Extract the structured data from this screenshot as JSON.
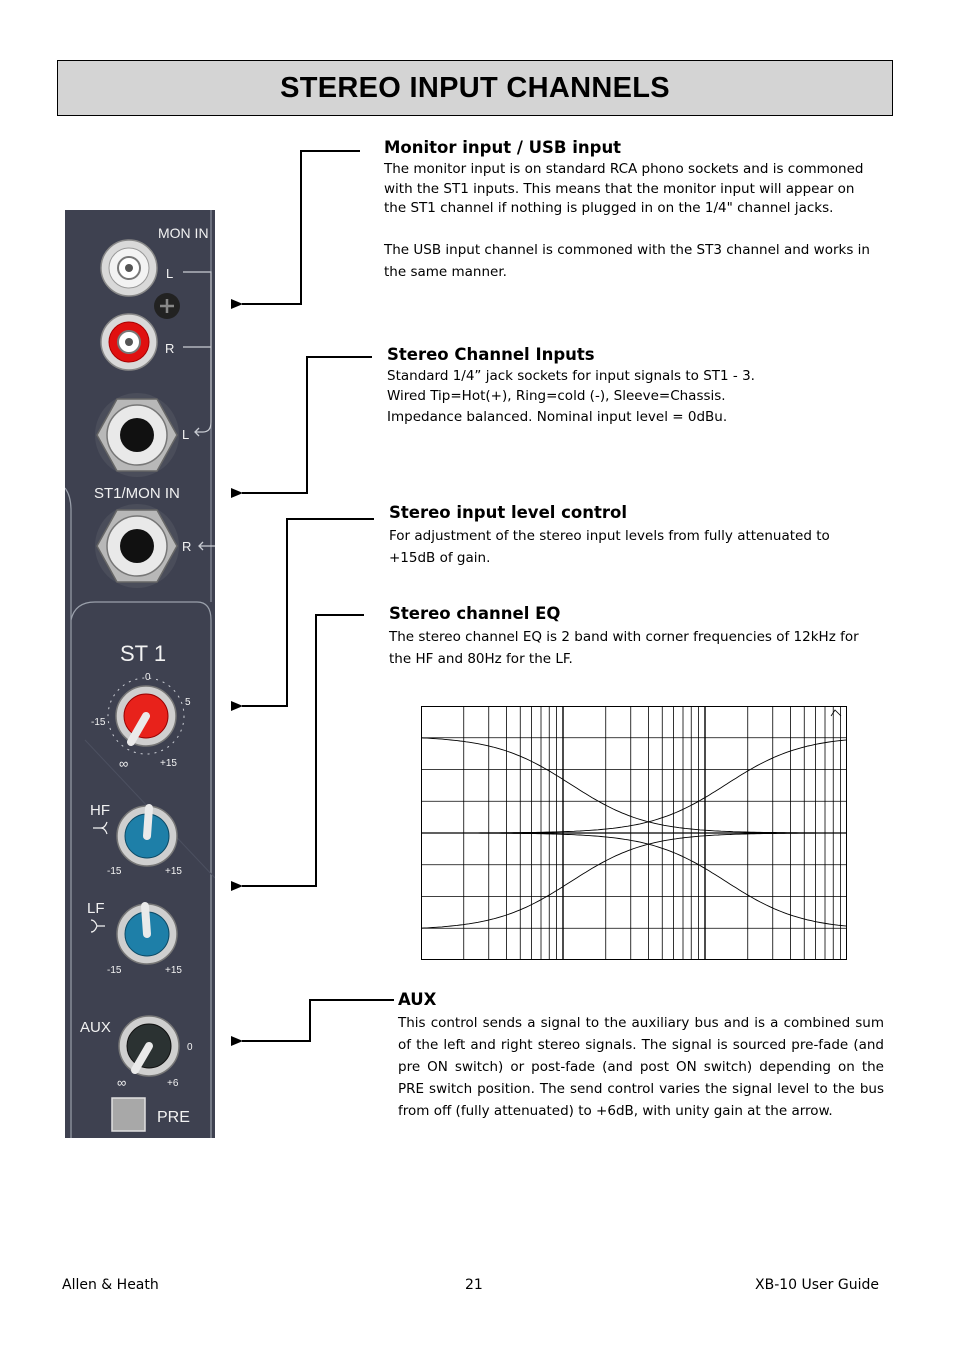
{
  "page": {
    "title": "STEREO INPUT CHANNELS"
  },
  "sections": {
    "monitor": {
      "heading": "Monitor input / USB input",
      "para1": "The monitor input is on standard RCA phono sockets and is commoned with the ST1 inputs. This means that the monitor input will appear on the ST1 channel if nothing is plugged in on the 1/4\" channel jacks.",
      "para2": "The USB input channel is commoned with the ST3 channel and works in the same manner."
    },
    "inputs": {
      "heading": "Stereo Channel Inputs",
      "line1": "Standard 1/4” jack sockets for input signals to ST1 - 3.",
      "line2": "Wired Tip=Hot(+),  Ring=cold (-), Sleeve=Chassis.",
      "line3": "Impedance balanced. Nominal input level = 0dBu."
    },
    "level": {
      "heading": "Stereo input level control",
      "body": "For adjustment of the stereo input levels from fully attenuated to +15dB of gain."
    },
    "eq": {
      "heading": "Stereo channel EQ",
      "body": "The stereo channel EQ is 2 band with corner frequencies of 12kHz for the HF and 80Hz for the LF."
    },
    "aux": {
      "heading": "AUX",
      "body": "This control sends a signal to the auxiliary bus and is a combined sum of the left and right stereo signals. The signal is sourced pre-fade (and pre ON switch) or post-fade (and post ON switch) depending on the PRE switch position. The send control varies the signal level to the bus from off (fully attenuated) to +6dB, with unity gain at the arrow."
    }
  },
  "panel": {
    "mon_in": "MON IN",
    "l": "L",
    "r": "R",
    "st1_mon_in": "ST1/MON IN",
    "channel": "ST 1",
    "gain_0": "0",
    "gain_5": "5",
    "gain_min": "-15",
    "gain_inf": "∞",
    "gain_max": "+15",
    "hf": "HF",
    "lf": "LF",
    "eq_min": "-15",
    "eq_max": "+15",
    "aux": "AUX",
    "aux_0": "0",
    "aux_inf": "∞",
    "aux_max": "+6",
    "pre": "PRE",
    "colors": {
      "panel": "#3e4150",
      "gain_knob": "#e8221b",
      "eq_knob": "#1e7fa8",
      "aux_knob": "#2b3232",
      "rca_red": "#e01010"
    }
  },
  "footer": {
    "left": "Allen & Heath",
    "page_number": "21",
    "right": "XB-10 User Guide"
  }
}
